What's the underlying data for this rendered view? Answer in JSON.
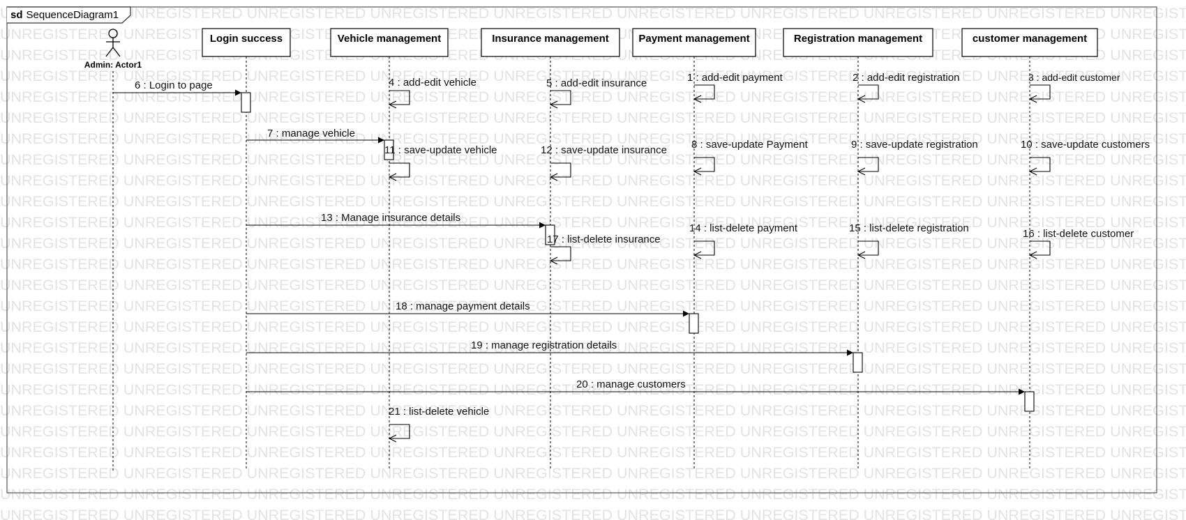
{
  "frame": {
    "keyword": "sd",
    "name": "SequenceDiagram1"
  },
  "watermark": "UNREGISTERED",
  "actor": {
    "name": "Admin: Actor1"
  },
  "lifelines": [
    {
      "id": "login",
      "label": "Login success"
    },
    {
      "id": "vehicle",
      "label": "Vehicle management"
    },
    {
      "id": "insurance",
      "label": "Insurance management"
    },
    {
      "id": "payment",
      "label": "Payment management"
    },
    {
      "id": "registration",
      "label": "Registration management"
    },
    {
      "id": "customer",
      "label": "customer management"
    }
  ],
  "messages": [
    {
      "label": "6 : Login to page",
      "from": "actor",
      "to": "login"
    },
    {
      "label": "7 : manage vehicle",
      "from": "login",
      "to": "vehicle"
    },
    {
      "label": "13 : Manage insurance details",
      "from": "login",
      "to": "insurance"
    },
    {
      "label": "18 : manage payment details",
      "from": "login",
      "to": "payment"
    },
    {
      "label": "19 : manage registration details",
      "from": "login",
      "to": "registration"
    },
    {
      "label": "20 : manage customers",
      "from": "login",
      "to": "customer"
    }
  ],
  "self_messages": [
    {
      "label": "4 : add-edit vehicle",
      "on": "vehicle"
    },
    {
      "label": "5 : add-edit insurance",
      "on": "insurance"
    },
    {
      "label": "1 : add-edit payment",
      "on": "payment"
    },
    {
      "label": "2 : add-edit registration",
      "on": "registration"
    },
    {
      "label": "3 : add-edit customer",
      "on": "customer"
    },
    {
      "label": "11 : save-update vehicle",
      "on": "vehicle"
    },
    {
      "label": "12 : save-update insurance",
      "on": "insurance"
    },
    {
      "label": "8 : save-update Payment",
      "on": "payment"
    },
    {
      "label": "9 : save-update registration",
      "on": "registration"
    },
    {
      "label": "10 : save-update customers",
      "on": "customer"
    },
    {
      "label": "17 : list-delete insurance",
      "on": "insurance"
    },
    {
      "label": "14 : list-delete payment",
      "on": "payment"
    },
    {
      "label": "15 : list-delete registration",
      "on": "registration"
    },
    {
      "label": "16 : list-delete customer",
      "on": "customer"
    },
    {
      "label": "21 : list-delete vehicle",
      "on": "vehicle"
    }
  ]
}
